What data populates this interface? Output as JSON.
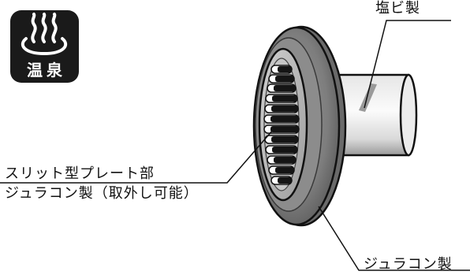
{
  "badge": {
    "icon": "hot-spring-icon",
    "text": "温泉",
    "bg_color": "#1a1a1a",
    "fg_color": "#ffffff"
  },
  "labels": {
    "pipe": "塩ビ製",
    "plate_line1": "スリット型プレート部",
    "plate_line2": "ジュラコン製（取外し可能）",
    "ring": "ジュラコン製"
  },
  "colors": {
    "ink": "#111111",
    "ring_gray": "#7a7a7a",
    "face_gray": "#b8b8b8",
    "pipe_light": "#f2f2f2"
  }
}
